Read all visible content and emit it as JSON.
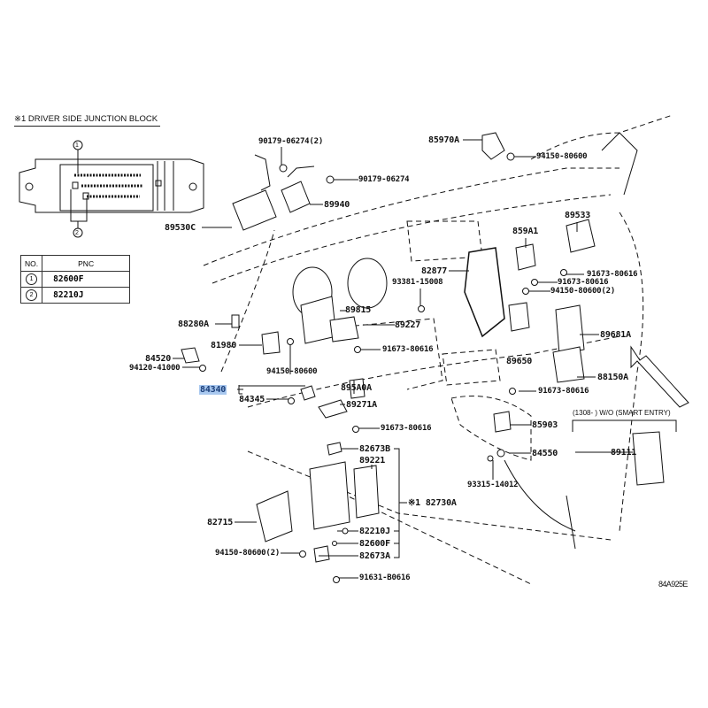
{
  "junction_block": {
    "title": "※1  DRIVER SIDE JUNCTION BLOCK",
    "callouts": [
      "1",
      "2"
    ],
    "table": {
      "headers": [
        "NO.",
        "PNC"
      ],
      "rows": [
        {
          "no": "1",
          "pnc": "82600F"
        },
        {
          "no": "2",
          "pnc": "82210J"
        }
      ]
    }
  },
  "parts": {
    "p90179_06274_2": "90179-06274(2)",
    "p90179_06274": "90179-06274",
    "p89940": "89940",
    "p89530C": "89530C",
    "p85970A": "85970A",
    "p94150_80600_top": "94150-80600",
    "p89533": "89533",
    "p859A1": "859A1",
    "p82877": "82877",
    "p93381_15008": "93381-15008",
    "p91673_80616_a": "91673-80616",
    "p91673_80616_b": "91673-80616",
    "p94150_80600_2_right": "94150-80600(2)",
    "p88280A": "88280A",
    "p89815": "89815",
    "p89227": "89227",
    "p81980": "81980",
    "p91673_80616_c": "91673-80616",
    "p84520": "84520",
    "p94120_41000": "94120-41000",
    "p94150_80600_mid": "94150-80600",
    "p89681A": "89681A",
    "p89650": "89650",
    "p88150A": "88150A",
    "p84340": "84340",
    "p84345": "84345",
    "p895A0A": "895A0A",
    "p91673_80616_d": "91673-80616",
    "p89271A": "89271A",
    "p85903": "85903",
    "p91673_80616_e": "91673-80616",
    "p82673B": "82673B",
    "p89221": "89221",
    "p84550": "84550",
    "p93315_14012": "93315-14012",
    "p82730A": "※1 82730A",
    "p82715": "82715",
    "p82210J": "82210J",
    "p82600F": "82600F",
    "p94150_80600_2_left": "94150-80600(2)",
    "p82673A": "82673A",
    "p91631_B0616": "91631-B0616",
    "p89111": "89111"
  },
  "smart_entry_note": "(1308-        ) W/O (SMART ENTRY)",
  "highlighted_part": "84340",
  "highlight_color": "#a9c8ef",
  "illustration_code": "84A925E"
}
